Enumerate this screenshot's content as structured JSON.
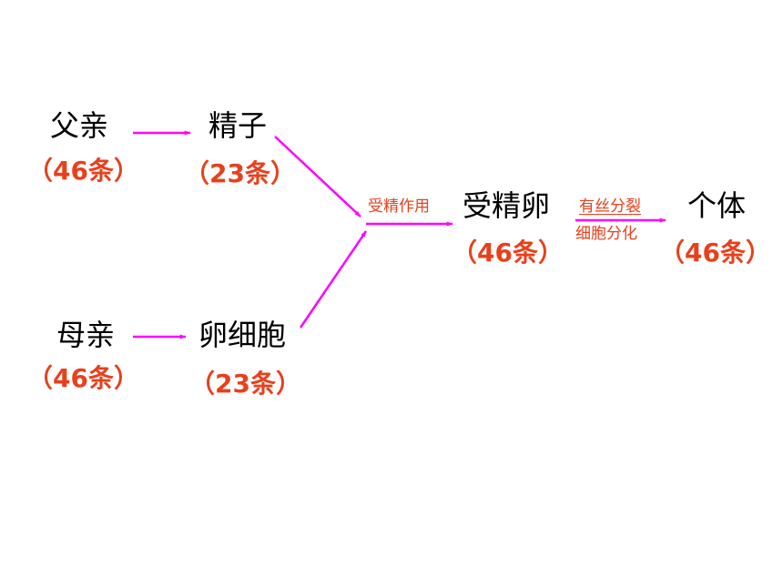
{
  "nodes": {
    "father": {
      "label": "父亲",
      "count": "（46条）"
    },
    "sperm": {
      "label": "精子",
      "count": "（23条）"
    },
    "mother": {
      "label": "母亲",
      "count": "（46条）"
    },
    "egg": {
      "label": "卵细胞",
      "count": "（23条）"
    },
    "zygote": {
      "label": "受精卵",
      "count": "（46条）"
    },
    "individual": {
      "label": "个体",
      "count": "（46条）"
    }
  },
  "edges": {
    "fertilization": "受精作用",
    "mitosis": "有丝分裂",
    "differentiation": "细胞分化"
  },
  "colors": {
    "arrow": "#ff00ff",
    "count_text": "#e8401c",
    "label_text": "#000000"
  }
}
